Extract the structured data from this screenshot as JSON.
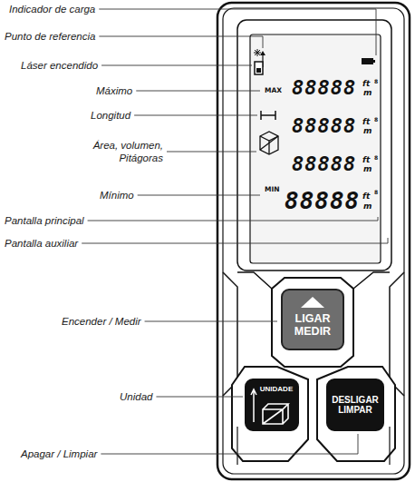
{
  "diagram": {
    "nodes": [
      {
        "text": [
          "LIGAR MEDIR"
        ]
      },
      {
        "text": [
          "UNIDADE"
        ]
      },
      {
        "text": [
          "DESLIGAR LIMPAR"
        ]
      }
    ],
    "labels": [
      "Indicador de carga",
      "Punto de referencia",
      "Láser encendido",
      "Máximo",
      "Longitud",
      "Área, volumen, Pitágoras",
      "Mínimo",
      "Pantalla principal",
      "Pantalla auxiliar",
      "Encender / Medir",
      "Unidad",
      "Apagar / Limpiar",
      "MAX",
      "MIN",
      "88888",
      "88888",
      "88888",
      "88888",
      "ft",
      "ft",
      "ft",
      "ft",
      "m",
      "m",
      "m",
      "m",
      "8",
      "8",
      "8",
      "8"
    ]
  }
}
